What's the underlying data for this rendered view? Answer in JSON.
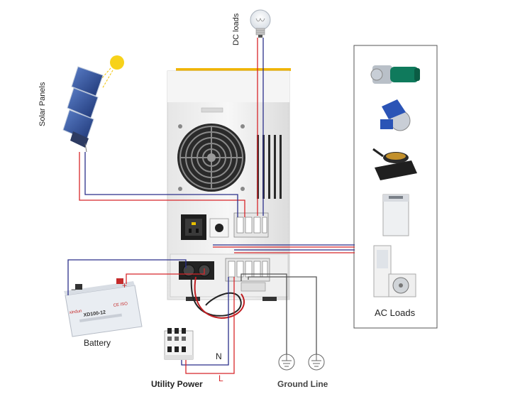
{
  "labels": {
    "dc_loads": "DC loads",
    "solar_panels": "Solar Panels",
    "battery": "Battery",
    "utility_power": "Utility Power",
    "ground_line": "Ground Line",
    "ac_loads": "AC Loads",
    "neutral": "N",
    "live": "L",
    "battery_brand": "xindun",
    "battery_model": "XD100-12",
    "battery_cert": "CE ISO"
  },
  "colors": {
    "wire_red": "#d8262a",
    "wire_blue": "#2b2f8a",
    "wire_gray": "#777777",
    "inverter_body": "#f2f2f2",
    "inverter_top_accent": "#f0b400",
    "sun": "#f7d21a",
    "panel": "#2a4f9a"
  },
  "ac_load_icons": [
    "water-pump-icon",
    "angle-grinder-icon",
    "induction-cooker-icon",
    "washing-machine-icon",
    "air-conditioner-icon"
  ]
}
